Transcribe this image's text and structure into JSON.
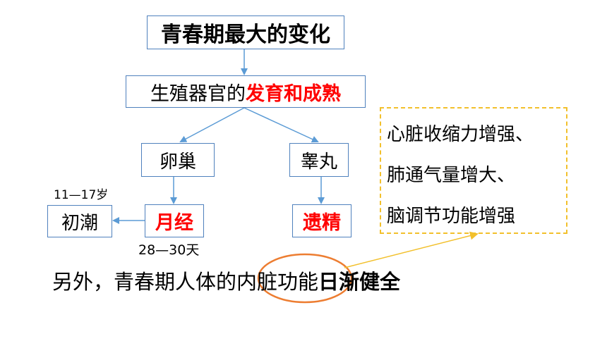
{
  "title": "青春期最大的变化",
  "organ_box": {
    "prefix": "生殖器官的",
    "highlight": "发育和成熟"
  },
  "ovary": "卵巢",
  "testis": "睾丸",
  "menarche": "初潮",
  "menses": "月经",
  "emission": "遗精",
  "age_note": "11—17岁",
  "cycle_note": "28—30天",
  "organ_changes": [
    "心脏收缩力增强、",
    "肺通气量增大、",
    "脑调节功能增强"
  ],
  "bottom": {
    "prefix": "另外，青春期人体的",
    "circled": "内脏功能",
    "bold": "日渐健全"
  },
  "colors": {
    "box_border": "#4f81bd",
    "arrow": "#5b9bd5",
    "highlight": "#ff0000",
    "dashed": "#f2c02c",
    "circle": "#ed7d31"
  }
}
